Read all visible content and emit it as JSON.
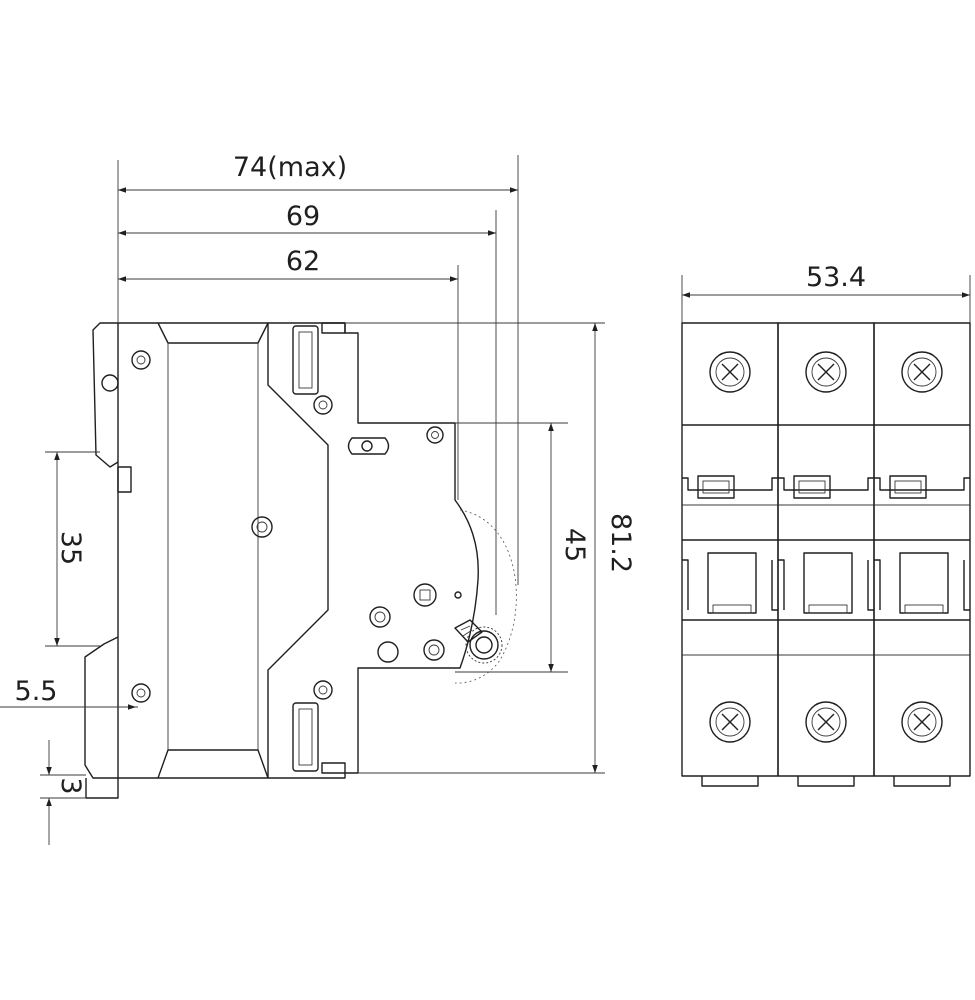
{
  "dimensions": {
    "width_max": "74(max)",
    "width_front": "69",
    "width_body": "62",
    "rail_width": "35",
    "rail_offset": "5.5",
    "rail_clip": "3",
    "front_height": "45",
    "total_height": "81.2",
    "module_width": "53.4"
  },
  "colors": {
    "line": "#1f1f1f",
    "background": "#ffffff"
  }
}
